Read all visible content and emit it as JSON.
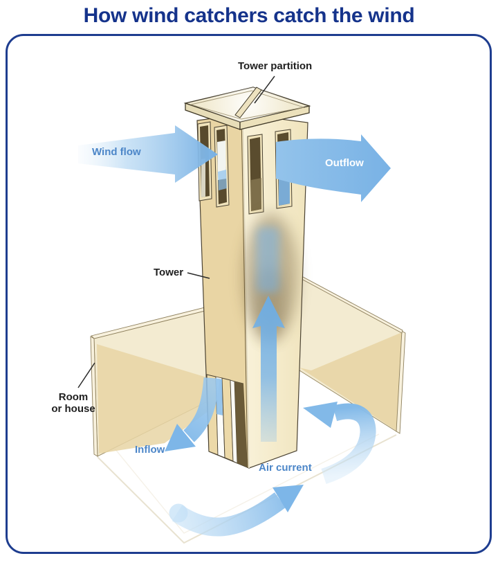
{
  "title": "How wind catchers catch the wind",
  "labels": {
    "tower_partition": "Tower partition",
    "wind_flow": "Wind flow",
    "outflow": "Outflow",
    "tower": "Tower",
    "room_or_house_line1": "Room",
    "room_or_house_line2": "or house",
    "inflow": "Inflow",
    "air_current": "Air current"
  },
  "colors": {
    "title": "#15338b",
    "frame_border": "#1e3d8f",
    "arrow_blue": "#7db6e8",
    "arrow_blue_light": "#c6e1f6",
    "blue_label_text": "#4c86c8",
    "dark_label_text": "#1f1f1f",
    "outflow_label_text": "#ffffff",
    "wall_light": "#f3ebd1",
    "wall_shade": "#e8d5a5",
    "tower_left_face": "#e9d5a4",
    "tower_right_face": "#f6eecf",
    "window_dark": "#57492c",
    "outline": "#3f3827"
  }
}
